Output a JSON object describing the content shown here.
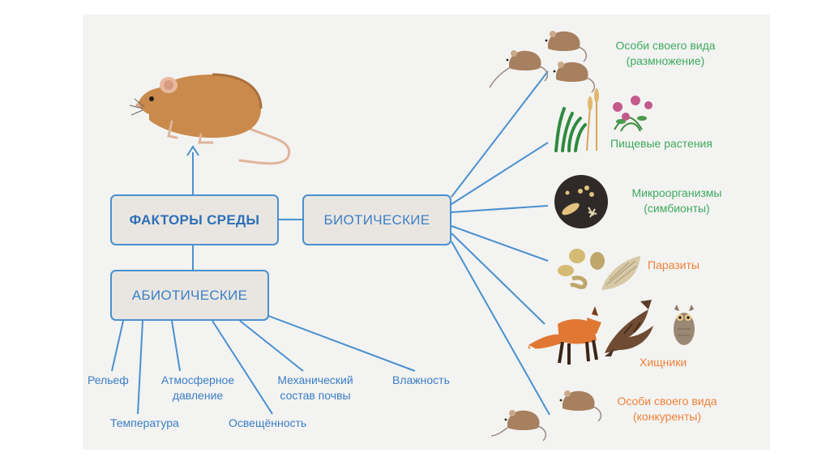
{
  "boxes": {
    "factors": "ФАКТОРЫ СРЕДЫ",
    "biotic": "БИОТИЧЕСКИЕ",
    "abiotic": "АБИОТИЧЕСКИЕ"
  },
  "abiotic_factors": {
    "relief": "Рельеф",
    "temperature": "Температура",
    "pressure_line1": "Атмосферное",
    "pressure_line2": "давление",
    "light": "Освещённость",
    "soil_line1": "Механический",
    "soil_line2": "состав почвы",
    "humidity": "Влажность"
  },
  "biotic_factors": {
    "repro_line1": "Особи своего вида",
    "repro_line2": "(размножение)",
    "food_plants": "Пищевые растения",
    "micro_line1": "Микроорганизмы",
    "micro_line2": "(симбионты)",
    "parasites": "Паразиты",
    "predators": "Хищники",
    "competitors_line1": "Особи своего вида",
    "competitors_line2": "(конкуренты)"
  },
  "colors": {
    "line_blue": "#4a90cf",
    "text_blue": "#3b7ec6",
    "green": "#3ea95e",
    "orange": "#f08138",
    "box_fill": "#e9e6e2",
    "mouse": "#c98a4b"
  },
  "icons": [
    "mouse-icon",
    "mouse-group-icon",
    "plants-icon",
    "microorganisms-icon",
    "parasites-icon",
    "fox-icon",
    "hawk-icon",
    "owl-icon",
    "competing-mice-icon"
  ]
}
